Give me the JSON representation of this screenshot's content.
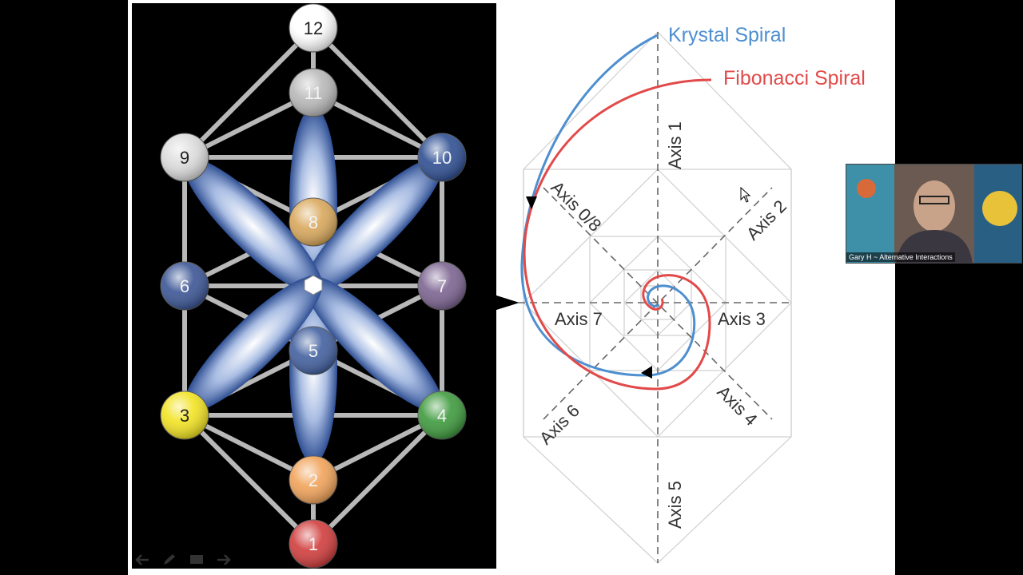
{
  "tree": {
    "nodes": [
      {
        "label": "12",
        "color": "#ffffff"
      },
      {
        "label": "11",
        "color": "#b9b9b9"
      },
      {
        "label": "9",
        "color": "#dcdcdc"
      },
      {
        "label": "10",
        "color": "#2f4f93"
      },
      {
        "label": "8",
        "color": "#d9a85c"
      },
      {
        "label": "6",
        "color": "#3b5595"
      },
      {
        "label": "7",
        "color": "#7c6491"
      },
      {
        "label": "5",
        "color": "#4260a0"
      },
      {
        "label": "3",
        "color": "#f2e322"
      },
      {
        "label": "4",
        "color": "#3e9a3e"
      },
      {
        "label": "2",
        "color": "#f1a35a"
      },
      {
        "label": "1",
        "color": "#d13d3d"
      }
    ]
  },
  "spiral": {
    "krystal_label": "Krystal Spiral",
    "fibonacci_label": "Fibonacci Spiral",
    "krystal_color": "#4d8fd0",
    "fibonacci_color": "#e24a4a",
    "axes": [
      "Axis 1",
      "Axis 2",
      "Axis 3",
      "Axis 4",
      "Axis 5",
      "Axis 6",
      "Axis 7",
      "Axis 0/8"
    ]
  },
  "toolbar": {
    "icons": [
      "arrow-left-icon",
      "pen-icon",
      "screen-icon",
      "arrow-right-icon"
    ]
  },
  "video": {
    "participant_name": "Gary H ~ Alternative Interactions"
  }
}
